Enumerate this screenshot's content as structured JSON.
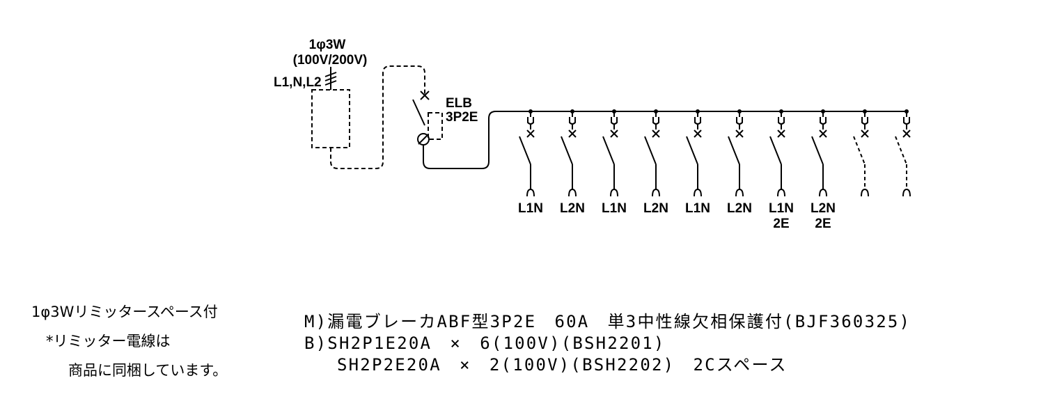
{
  "supply": {
    "system_label": "1φ3W",
    "voltage_label": "(100V/200V)",
    "lines_label": "L1,N,L2"
  },
  "main_breaker": {
    "type_label": "ELB",
    "poles_label": "3P2E"
  },
  "branches": [
    {
      "line1": "L1N",
      "line2": "",
      "space": false
    },
    {
      "line1": "L2N",
      "line2": "",
      "space": false
    },
    {
      "line1": "L1N",
      "line2": "",
      "space": false
    },
    {
      "line1": "L2N",
      "line2": "",
      "space": false
    },
    {
      "line1": "L1N",
      "line2": "",
      "space": false
    },
    {
      "line1": "L2N",
      "line2": "",
      "space": false
    },
    {
      "line1": "L1N",
      "line2": "2E",
      "space": false
    },
    {
      "line1": "L2N",
      "line2": "2E",
      "space": false
    },
    {
      "line1": "",
      "line2": "",
      "space": true
    },
    {
      "line1": "",
      "line2": "",
      "space": true
    }
  ],
  "notes": {
    "line1": "1φ3Wリミッタースペース付",
    "line2": "*リミッター電線は",
    "line3": "商品に同梱しています。"
  },
  "spec": {
    "main": "M)漏電ブレーカABF型3P2E　60A　単3中性線欠相保護付(BJF360325)",
    "branch1": "B)SH2P1E20A　×　6(100V)(BSH2201)",
    "branch2": "SH2P2E20A　×　2(100V)(BSH2202)　2Cスペース"
  }
}
